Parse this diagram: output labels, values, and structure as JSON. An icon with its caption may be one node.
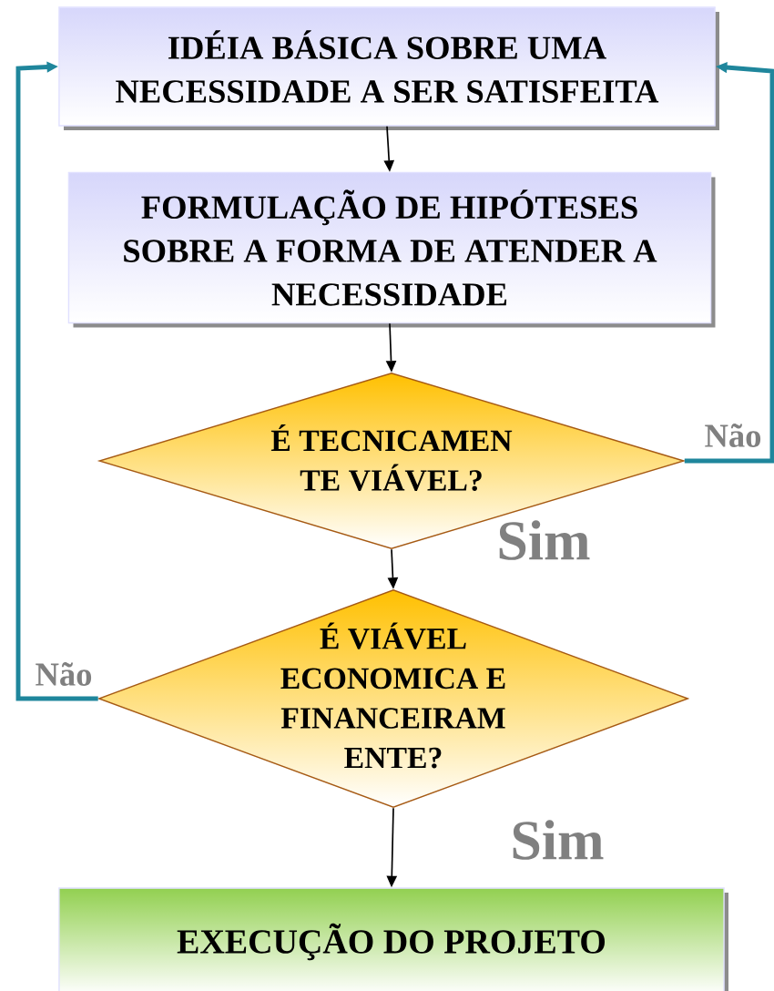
{
  "diagram": {
    "nodes": [
      {
        "text": [
          "IDÉIA BÁSICA  SOBRE UMA NECESSIDADE A SER SATISFEITA"
        ]
      },
      {
        "text": [
          "FORMULAÇÃO DE HIPÓTESES SOBRE A FORMA DE ATENDER A NECESSIDADE"
        ]
      },
      {
        "text": [
          "É TECNICAMEN TE VIÁVEL?"
        ]
      },
      {
        "text": [
          "É VIÁVEL ECONOMICA E FINANCEIRAM ENTE?"
        ]
      },
      {
        "text": [
          "EXECUÇÃO DO PROJETO"
        ]
      }
    ],
    "edges": [
      {
        "from": 0,
        "to": 1,
        "arrow": "to"
      },
      {
        "from": 1,
        "to": 2,
        "arrow": "to"
      },
      {
        "from": 2,
        "to": 3,
        "arrow": "to",
        "label": "Sim"
      },
      {
        "from": 3,
        "to": 4,
        "arrow": "to",
        "label": "Sim"
      },
      {
        "from": 2,
        "to": 0,
        "arrow": "to",
        "label": "Não",
        "style": "thick",
        "color": "#1f869c"
      },
      {
        "from": 3,
        "to": 0,
        "arrow": "to",
        "label": "Não",
        "style": "thick",
        "color": "#1f869c"
      }
    ]
  }
}
